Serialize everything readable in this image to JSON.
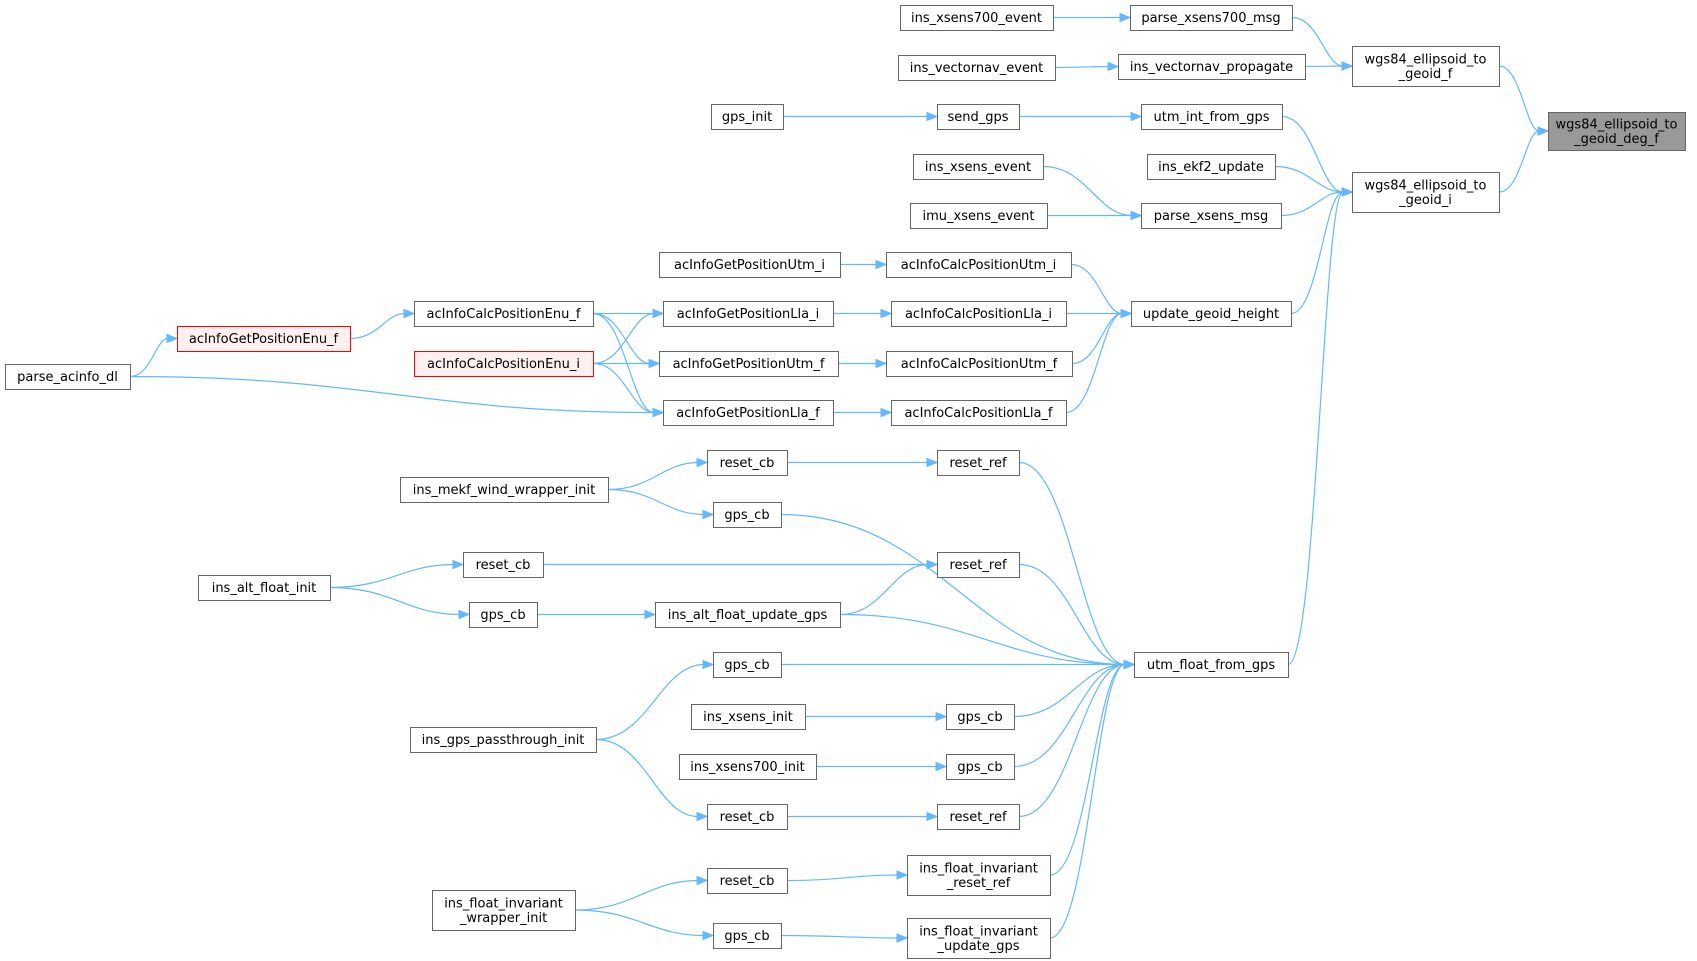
{
  "colors": {
    "edge": "#63b8ff",
    "node_border": "#666666",
    "root_fill": "#999999",
    "highlight_border": "#ff0000"
  },
  "nodes": [
    {
      "id": "root",
      "lines": [
        "wgs84_ellipsoid_to",
        "_geoid_deg_f"
      ],
      "style": "root"
    },
    {
      "id": "wgs_f",
      "lines": [
        "wgs84_ellipsoid_to",
        "_geoid_f"
      ]
    },
    {
      "id": "wgs_i",
      "lines": [
        "wgs84_ellipsoid_to",
        "_geoid_i"
      ]
    },
    {
      "id": "parse_xsens700_msg",
      "lines": [
        "parse_xsens700_msg"
      ]
    },
    {
      "id": "ins_xsens700_event",
      "lines": [
        "ins_xsens700_event"
      ]
    },
    {
      "id": "ins_vectornav_propagate",
      "lines": [
        "ins_vectornav_propagate"
      ]
    },
    {
      "id": "ins_vectornav_event",
      "lines": [
        "ins_vectornav_event"
      ]
    },
    {
      "id": "utm_int_from_gps",
      "lines": [
        "utm_int_from_gps"
      ]
    },
    {
      "id": "send_gps",
      "lines": [
        "send_gps"
      ]
    },
    {
      "id": "gps_init",
      "lines": [
        "gps_init"
      ]
    },
    {
      "id": "ins_ekf2_update",
      "lines": [
        "ins_ekf2_update"
      ]
    },
    {
      "id": "parse_xsens_msg",
      "lines": [
        "parse_xsens_msg"
      ]
    },
    {
      "id": "ins_xsens_event",
      "lines": [
        "ins_xsens_event"
      ]
    },
    {
      "id": "imu_xsens_event",
      "lines": [
        "imu_xsens_event"
      ]
    },
    {
      "id": "update_geoid_height",
      "lines": [
        "update_geoid_height"
      ]
    },
    {
      "id": "acInfoCalcPositionUtm_i",
      "lines": [
        "acInfoCalcPositionUtm_i"
      ]
    },
    {
      "id": "acInfoGetPositionUtm_i",
      "lines": [
        "acInfoGetPositionUtm_i"
      ]
    },
    {
      "id": "acInfoCalcPositionLla_i",
      "lines": [
        "acInfoCalcPositionLla_i"
      ]
    },
    {
      "id": "acInfoGetPositionLla_i",
      "lines": [
        "acInfoGetPositionLla_i"
      ]
    },
    {
      "id": "acInfoCalcPositionUtm_f",
      "lines": [
        "acInfoCalcPositionUtm_f"
      ]
    },
    {
      "id": "acInfoGetPositionUtm_f",
      "lines": [
        "acInfoGetPositionUtm_f"
      ]
    },
    {
      "id": "acInfoCalcPositionLla_f",
      "lines": [
        "acInfoCalcPositionLla_f"
      ]
    },
    {
      "id": "acInfoGetPositionLla_f",
      "lines": [
        "acInfoGetPositionLla_f"
      ]
    },
    {
      "id": "acInfoCalcPositionEnu_f",
      "lines": [
        "acInfoCalcPositionEnu_f"
      ]
    },
    {
      "id": "acInfoCalcPositionEnu_i",
      "lines": [
        "acInfoCalcPositionEnu_i"
      ],
      "style": "red"
    },
    {
      "id": "acInfoGetPositionEnu_f",
      "lines": [
        "acInfoGetPositionEnu_f"
      ],
      "style": "red"
    },
    {
      "id": "parse_acinfo_dl",
      "lines": [
        "parse_acinfo_dl"
      ]
    },
    {
      "id": "utm_float_from_gps",
      "lines": [
        "utm_float_from_gps"
      ]
    },
    {
      "id": "reset_ref_1",
      "lines": [
        "reset_ref"
      ]
    },
    {
      "id": "reset_cb_1",
      "lines": [
        "reset_cb"
      ]
    },
    {
      "id": "ins_mekf_wind_wrapper_init",
      "lines": [
        "ins_mekf_wind_wrapper_init"
      ]
    },
    {
      "id": "gps_cb_1",
      "lines": [
        "gps_cb"
      ]
    },
    {
      "id": "reset_ref_2",
      "lines": [
        "reset_ref"
      ]
    },
    {
      "id": "reset_cb_2",
      "lines": [
        "reset_cb"
      ]
    },
    {
      "id": "ins_alt_float_init",
      "lines": [
        "ins_alt_float_init"
      ]
    },
    {
      "id": "gps_cb_2",
      "lines": [
        "gps_cb"
      ]
    },
    {
      "id": "ins_alt_float_update_gps",
      "lines": [
        "ins_alt_float_update_gps"
      ]
    },
    {
      "id": "gps_cb_3",
      "lines": [
        "gps_cb"
      ]
    },
    {
      "id": "ins_gps_passthrough_init",
      "lines": [
        "ins_gps_passthrough_init"
      ]
    },
    {
      "id": "gps_cb_4",
      "lines": [
        "gps_cb"
      ]
    },
    {
      "id": "ins_xsens_init",
      "lines": [
        "ins_xsens_init"
      ]
    },
    {
      "id": "gps_cb_5",
      "lines": [
        "gps_cb"
      ]
    },
    {
      "id": "ins_xsens700_init",
      "lines": [
        "ins_xsens700_init"
      ]
    },
    {
      "id": "reset_ref_3",
      "lines": [
        "reset_ref"
      ]
    },
    {
      "id": "reset_cb_3",
      "lines": [
        "reset_cb"
      ]
    },
    {
      "id": "ins_float_invariant_reset_ref",
      "lines": [
        "ins_float_invariant",
        "_reset_ref"
      ]
    },
    {
      "id": "reset_cb_4",
      "lines": [
        "reset_cb"
      ]
    },
    {
      "id": "ins_float_invariant_wrapper_init",
      "lines": [
        "ins_float_invariant",
        "_wrapper_init"
      ]
    },
    {
      "id": "ins_float_invariant_update_gps",
      "lines": [
        "ins_float_invariant",
        "_update_gps"
      ]
    },
    {
      "id": "gps_cb_6",
      "lines": [
        "gps_cb"
      ]
    }
  ],
  "edges": [
    {
      "from": "wgs_f",
      "to": "root"
    },
    {
      "from": "wgs_i",
      "to": "root"
    },
    {
      "from": "parse_xsens700_msg",
      "to": "wgs_f"
    },
    {
      "from": "ins_vectornav_propagate",
      "to": "wgs_f"
    },
    {
      "from": "ins_xsens700_event",
      "to": "parse_xsens700_msg"
    },
    {
      "from": "ins_vectornav_event",
      "to": "ins_vectornav_propagate"
    },
    {
      "from": "utm_int_from_gps",
      "to": "wgs_i"
    },
    {
      "from": "ins_ekf2_update",
      "to": "wgs_i"
    },
    {
      "from": "parse_xsens_msg",
      "to": "wgs_i"
    },
    {
      "from": "update_geoid_height",
      "to": "wgs_i"
    },
    {
      "from": "utm_float_from_gps",
      "to": "wgs_i"
    },
    {
      "from": "send_gps",
      "to": "utm_int_from_gps"
    },
    {
      "from": "gps_init",
      "to": "send_gps"
    },
    {
      "from": "ins_xsens_event",
      "to": "parse_xsens_msg"
    },
    {
      "from": "imu_xsens_event",
      "to": "parse_xsens_msg"
    },
    {
      "from": "acInfoCalcPositionUtm_i",
      "to": "update_geoid_height"
    },
    {
      "from": "acInfoCalcPositionLla_i",
      "to": "update_geoid_height"
    },
    {
      "from": "acInfoCalcPositionUtm_f",
      "to": "update_geoid_height"
    },
    {
      "from": "acInfoCalcPositionLla_f",
      "to": "update_geoid_height"
    },
    {
      "from": "acInfoGetPositionUtm_i",
      "to": "acInfoCalcPositionUtm_i"
    },
    {
      "from": "acInfoGetPositionLla_i",
      "to": "acInfoCalcPositionLla_i"
    },
    {
      "from": "acInfoGetPositionUtm_f",
      "to": "acInfoCalcPositionUtm_f"
    },
    {
      "from": "acInfoGetPositionLla_f",
      "to": "acInfoCalcPositionLla_f"
    },
    {
      "from": "acInfoCalcPositionEnu_f",
      "to": "acInfoGetPositionLla_i"
    },
    {
      "from": "acInfoCalcPositionEnu_f",
      "to": "acInfoGetPositionUtm_f"
    },
    {
      "from": "acInfoCalcPositionEnu_f",
      "to": "acInfoGetPositionLla_f"
    },
    {
      "from": "acInfoCalcPositionEnu_i",
      "to": "acInfoGetPositionLla_i"
    },
    {
      "from": "acInfoCalcPositionEnu_i",
      "to": "acInfoGetPositionUtm_f"
    },
    {
      "from": "acInfoCalcPositionEnu_i",
      "to": "acInfoGetPositionLla_f"
    },
    {
      "from": "acInfoGetPositionEnu_f",
      "to": "acInfoCalcPositionEnu_f"
    },
    {
      "from": "parse_acinfo_dl",
      "to": "acInfoGetPositionEnu_f"
    },
    {
      "from": "parse_acinfo_dl",
      "to": "acInfoGetPositionLla_f"
    },
    {
      "from": "reset_ref_1",
      "to": "utm_float_from_gps"
    },
    {
      "from": "gps_cb_1",
      "to": "utm_float_from_gps"
    },
    {
      "from": "reset_ref_2",
      "to": "utm_float_from_gps"
    },
    {
      "from": "ins_alt_float_update_gps",
      "to": "utm_float_from_gps"
    },
    {
      "from": "gps_cb_3",
      "to": "utm_float_from_gps"
    },
    {
      "from": "gps_cb_4",
      "to": "utm_float_from_gps"
    },
    {
      "from": "gps_cb_5",
      "to": "utm_float_from_gps"
    },
    {
      "from": "reset_ref_3",
      "to": "utm_float_from_gps"
    },
    {
      "from": "ins_float_invariant_reset_ref",
      "to": "utm_float_from_gps"
    },
    {
      "from": "ins_float_invariant_update_gps",
      "to": "utm_float_from_gps"
    },
    {
      "from": "reset_cb_1",
      "to": "reset_ref_1"
    },
    {
      "from": "ins_mekf_wind_wrapper_init",
      "to": "reset_cb_1"
    },
    {
      "from": "ins_mekf_wind_wrapper_init",
      "to": "gps_cb_1"
    },
    {
      "from": "reset_cb_2",
      "to": "reset_ref_2"
    },
    {
      "from": "ins_alt_float_update_gps",
      "to": "reset_ref_2"
    },
    {
      "from": "ins_alt_float_init",
      "to": "reset_cb_2"
    },
    {
      "from": "ins_alt_float_init",
      "to": "gps_cb_2"
    },
    {
      "from": "gps_cb_2",
      "to": "ins_alt_float_update_gps"
    },
    {
      "from": "ins_gps_passthrough_init",
      "to": "gps_cb_3"
    },
    {
      "from": "ins_gps_passthrough_init",
      "to": "reset_cb_3"
    },
    {
      "from": "ins_xsens_init",
      "to": "gps_cb_4"
    },
    {
      "from": "ins_xsens700_init",
      "to": "gps_cb_5"
    },
    {
      "from": "reset_cb_3",
      "to": "reset_ref_3"
    },
    {
      "from": "reset_cb_4",
      "to": "ins_float_invariant_reset_ref"
    },
    {
      "from": "ins_float_invariant_wrapper_init",
      "to": "reset_cb_4"
    },
    {
      "from": "ins_float_invariant_wrapper_init",
      "to": "gps_cb_6"
    },
    {
      "from": "gps_cb_6",
      "to": "ins_float_invariant_update_gps"
    }
  ]
}
